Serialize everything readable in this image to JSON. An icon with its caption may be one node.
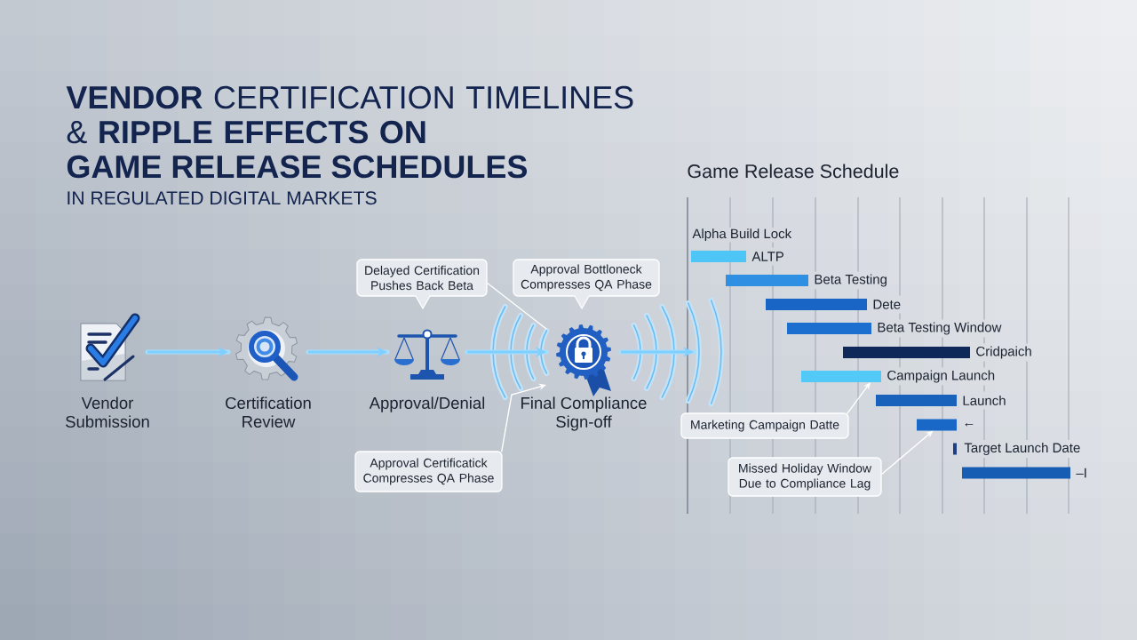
{
  "diagram": {
    "title": "**VENDOR** CERTIFICATION TIMELINES & **RIPPLE EFFECTS ON GAME RELEASE SCHEDULES**",
    "nodes": [
      {
        "text": [
          "Vendor Submission"
        ]
      },
      {
        "text": [
          "Certification Review"
        ]
      },
      {
        "text": [
          "Approval/Denial"
        ]
      },
      {
        "text": [
          "Final Compliance Sign-off"
        ]
      },
      {
        "text": [
          "Delayed Certification Pushes Back Beta"
        ]
      },
      {
        "text": [
          "Approval Bottloneck Compresses QA Phase"
        ]
      },
      {
        "text": [
          "Approval Certificatick Compresses QA Phase"
        ]
      },
      {
        "text": [
          "Marketing Campaign Datte"
        ]
      },
      {
        "text": [
          "Missed Holiday Window Due to Compliance Lag"
        ]
      },
      {
        "text": [],
        "shape": "bar",
        "beside": [
          "ALTP"
        ]
      },
      {
        "text": [],
        "shape": "bar",
        "beside": [
          "Beta Testing"
        ]
      },
      {
        "text": [],
        "shape": "bar",
        "beside": [
          "Dete"
        ]
      },
      {
        "text": [],
        "shape": "bar",
        "beside": [
          "Beta Testing Window"
        ]
      },
      {
        "text": [],
        "shape": "bar",
        "beside": [
          "Cridpaich"
        ]
      },
      {
        "text": [],
        "shape": "bar",
        "beside": [
          "Campaign Launch"
        ]
      },
      {
        "text": [],
        "shape": "bar",
        "beside": [
          "Launch"
        ]
      },
      {
        "text": [],
        "shape": "bar",
        "beside": [
          "←"
        ]
      },
      {
        "text": [],
        "shape": "bar",
        "beside": [
          "Target Launch Date"
        ]
      },
      {
        "text": [],
        "shape": "bar",
        "beside": [
          "–I"
        ]
      }
    ],
    "edges": [
      {
        "from": 0,
        "to": 1,
        "arrow": "to",
        "style": "thick",
        "color": "#7fd0ff"
      },
      {
        "from": 1,
        "to": 2,
        "arrow": "to",
        "style": "thick",
        "color": "#7fd0ff"
      },
      {
        "from": 2,
        "to": 3,
        "arrow": "to",
        "style": "thick",
        "color": "#7fd0ff"
      },
      {
        "from": 3,
        "to": null,
        "arrow": "to",
        "style": "thick",
        "color": "#7fd0ff"
      },
      {
        "from": 6,
        "to": 3,
        "arrow": "to"
      },
      {
        "from": 7,
        "to": 14,
        "arrow": "to"
      },
      {
        "from": 8,
        "to": 16,
        "arrow": "to"
      },
      {
        "from": 4,
        "to": 3,
        "arrow": "none"
      }
    ],
    "labels": [
      "IN REGULATED DIGITAL MARKETS",
      "Game Release Schedule",
      "Alpha Build Lock"
    ]
  }
}
